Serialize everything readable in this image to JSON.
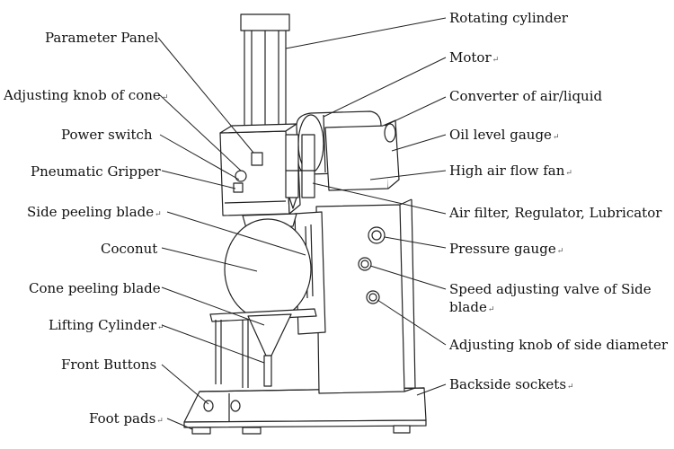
{
  "labels": {
    "left": {
      "parameter_panel": "Parameter Panel",
      "adjusting_knob_cone": "Adjusting knob of cone",
      "power_switch": "Power  switch",
      "pneumatic_gripper": "Pneumatic  Gripper",
      "side_peeling_blade": "Side peeling  blade",
      "coconut": "Coconut",
      "cone_peeling_blade": "Cone peeling blade",
      "lifting_cylinder": "Lifting Cylinder",
      "front_buttons": "Front Buttons",
      "foot_pads": "Foot pads"
    },
    "right": {
      "rotating_cylinder": "Rotating cylinder",
      "motor": "Motor",
      "converter": "Converter of air/liquid",
      "oil_level_gauge": "Oil level gauge",
      "high_air_flow_fan": "High air flow fan",
      "air_filter": "Air filter, Regulator, Lubricator",
      "pressure_gauge": "Pressure gauge",
      "speed_valve_line1": "Speed adjusting valve of Side",
      "speed_valve_line2": "blade",
      "adjusting_knob_side": "Adjusting knob of side diameter",
      "backside_sockets": "Backside sockets"
    }
  },
  "paragraph_mark": "↵",
  "colors": {
    "line": "#222222",
    "text": "#111111",
    "mark": "#555555"
  }
}
